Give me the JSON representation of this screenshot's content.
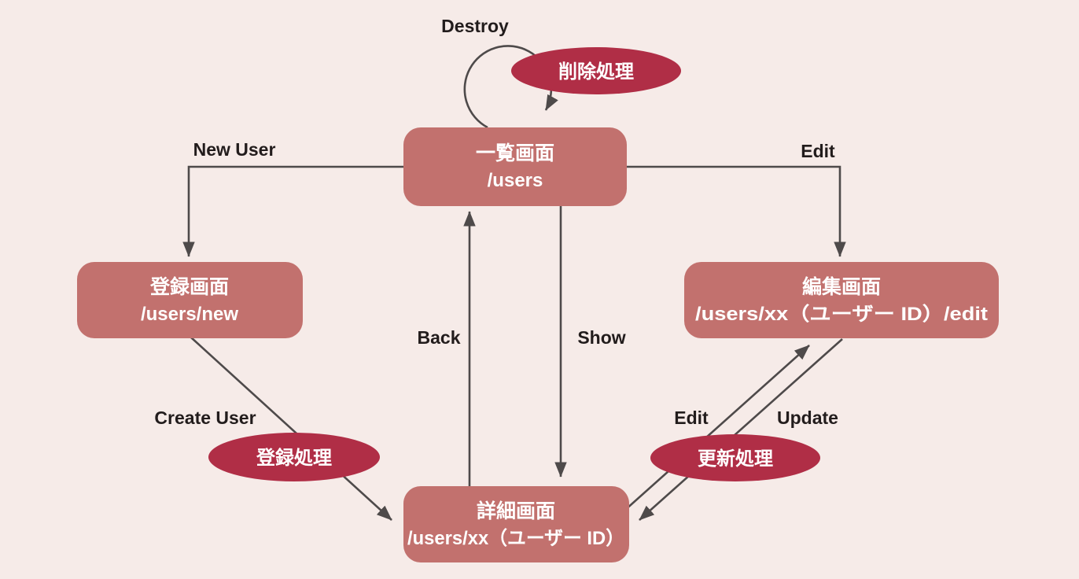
{
  "diagram_title": "users CRUD screen-transition diagram",
  "colors": {
    "background": "#f6ebe8",
    "node_fill": "#c2716e",
    "process_fill": "#b02e46",
    "arrow": "#4e4a4a",
    "node_text": "#ffffff",
    "label_text": "#221c1c"
  },
  "nodes": {
    "list": {
      "title": "一覧画面",
      "path": "/users"
    },
    "new": {
      "title": "登録画面",
      "path": "/users/new"
    },
    "edit": {
      "title": "編集画面",
      "path": "/users/xx（ユーザー ID）/edit"
    },
    "detail": {
      "title": "詳細画面",
      "path": "/users/xx（ユーザー ID）"
    }
  },
  "processes": {
    "destroy": {
      "label": "削除処理"
    },
    "create": {
      "label": "登録処理"
    },
    "update": {
      "label": "更新処理"
    }
  },
  "edges": {
    "destroy": "Destroy",
    "new_user": "New User",
    "edit": "Edit",
    "back": "Back",
    "show": "Show",
    "create_user": "Create User",
    "edit_from_detail": "Edit",
    "update": "Update"
  }
}
